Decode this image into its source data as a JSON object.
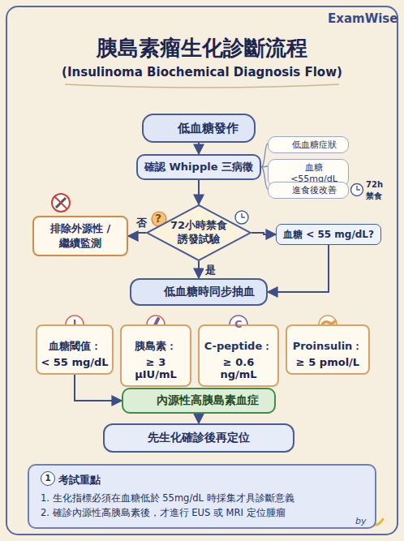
{
  "diagram": {
    "title": "胰島素瘤生化診斷流程",
    "caption": "(Insulinoma Biochemical Diagnosis Flow)",
    "nodes": [
      {
        "text": [
          "低血糖發作"
        ]
      },
      {
        "text": [
          "確認 Whipple 三病徵"
        ]
      },
      {
        "text": [
          "低血糖症狀"
        ]
      },
      {
        "text": [
          "血糖<55mg/dL"
        ]
      },
      {
        "text": [
          "進食後改善"
        ]
      },
      {
        "text": [
          "72小時禁食 誘發試驗"
        ]
      },
      {
        "text": [
          "排除外源性 / 繼續監測"
        ]
      },
      {
        "text": [
          "血糖 < 55 mg/dL?"
        ]
      },
      {
        "text": [
          "低血糖時同步抽血"
        ]
      },
      {
        "text": [
          "血糖閾值：",
          "< 55 mg/dL"
        ]
      },
      {
        "text": [
          "胰島素：",
          "≥ 3 μIU/mL"
        ]
      },
      {
        "text": [
          "C-peptide：",
          "≥ 0.6 ng/mL"
        ]
      },
      {
        "text": [
          "Proinsulin：",
          "≥ 5 pmol/L"
        ]
      },
      {
        "text": [
          "內源性高胰島素血症"
        ]
      },
      {
        "text": [
          "先生化確診後再定位"
        ]
      },
      {
        "text": [
          "考試重點",
          "1. 生化指標必須在血糖低於 55mg/dL 時採集才具診斷意義",
          "2. 確診內源性高胰島素後，才進行 EUS 或 MRI 定位腫瘤"
        ]
      }
    ],
    "edges": [
      {
        "from": 0,
        "to": 1,
        "arrow": "to"
      },
      {
        "from": 1,
        "to": 5,
        "arrow": "to"
      },
      {
        "from": 5,
        "to": 6,
        "label": "否",
        "arrow": "to"
      },
      {
        "from": 5,
        "to": 7,
        "arrow": "to"
      },
      {
        "from": 5,
        "to": 8,
        "label": "是",
        "arrow": "to"
      },
      {
        "from": 7,
        "to": 8,
        "arrow": "to"
      },
      {
        "from": 9,
        "to": 13,
        "arrow": "to"
      },
      {
        "from": 13,
        "to": 14,
        "arrow": "to"
      }
    ],
    "labels": [
      "ExamWise",
      "72h",
      "禁食",
      "?",
      "C",
      "1",
      "by"
    ]
  }
}
